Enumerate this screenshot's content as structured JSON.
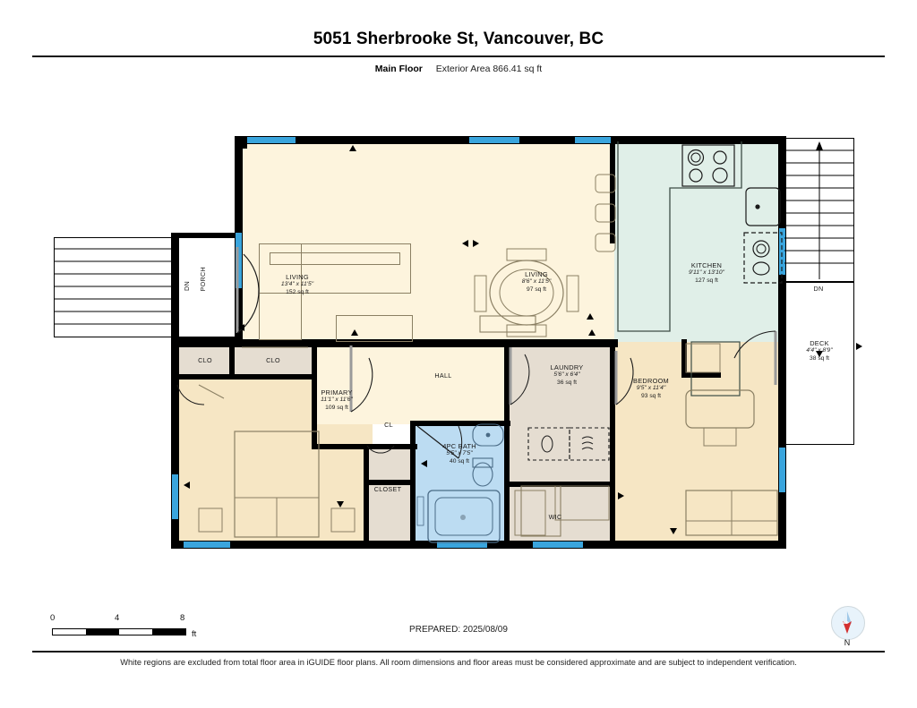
{
  "header": {
    "title": "5051 Sherbrooke St, Vancouver, BC",
    "floor_label": "Main Floor",
    "area_label": "Exterior Area 866.41 sq ft"
  },
  "footer": {
    "prepared": "PREPARED: 2025/08/09",
    "disclaimer": "White regions are excluded from total floor area in iGUIDE floor plans. All room dimensions and floor areas must be considered approximate and are subject to independent verification."
  },
  "scale": {
    "tick_0": "0",
    "tick_4": "4",
    "tick_8": "8",
    "unit": "ft"
  },
  "compass": {
    "north_label": "N"
  },
  "rooms": [
    {
      "name": "LIVING",
      "dimensions": "13'4\" x 11'5\"",
      "area": "152 sq ft"
    },
    {
      "name": "LIVING",
      "dimensions": "8'6\" x 11'5\"",
      "area": "97 sq ft"
    },
    {
      "name": "KITCHEN",
      "dimensions": "9'11\" x 13'10\"",
      "area": "127 sq ft"
    },
    {
      "name": "DECK",
      "dimensions": "4'4\" x 8'9\"",
      "area": "38 sq ft"
    },
    {
      "name": "PRIMARY",
      "dimensions": "11'1\" x 11'6\"",
      "area": "109 sq ft"
    },
    {
      "name": "4PC BATH",
      "dimensions": "5'5\" x 7'5\"",
      "area": "40 sq ft"
    },
    {
      "name": "LAUNDRY",
      "dimensions": "5'6\" x 6'4\"",
      "area": "36 sq ft"
    },
    {
      "name": "BEDROOM",
      "dimensions": "9'5\" x 11'4\"",
      "area": "93 sq ft"
    }
  ],
  "small_labels": {
    "porch": "PORCH",
    "dn_porch": "DN",
    "dn_deck": "DN",
    "closet_left": "CLO",
    "closet_right": "CLO",
    "hall": "HALL",
    "cl": "CL",
    "closet": "CLOSET",
    "wic": "WIC"
  },
  "colors": {
    "living_fill": "#fdf4dd",
    "bedroom_fill": "#f6e6c4",
    "utility_fill": "#e5ddd1",
    "kitchen_fill": "#e0efe8",
    "bath_fill": "#bcdcf2",
    "window": "#3aa5dd",
    "wall": "#000000",
    "compass_needle": "#d32f2f"
  }
}
